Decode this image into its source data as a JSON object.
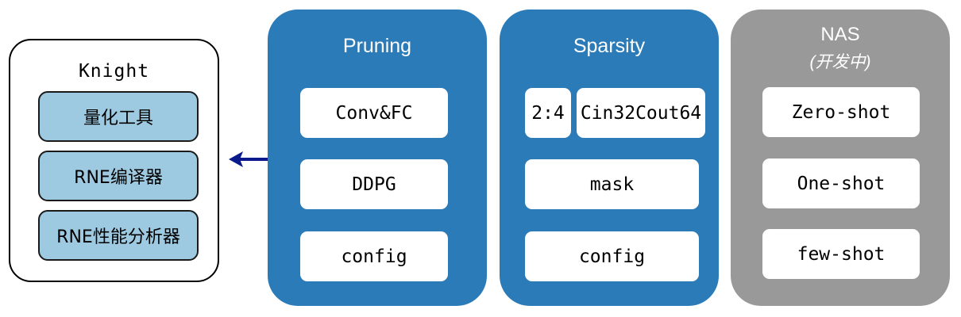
{
  "knight": {
    "title": "Knight",
    "tools": [
      "量化工具",
      "RNE编译器",
      "RNE性能分析器"
    ]
  },
  "panels": {
    "pruning": {
      "title": "Pruning",
      "items": [
        "Conv&FC",
        "DDPG",
        "config"
      ]
    },
    "sparsity": {
      "title": "Sparsity",
      "row1": [
        "2:4",
        "Cin32Cout64"
      ],
      "items": [
        "mask",
        "config"
      ]
    },
    "nas": {
      "title": "NAS",
      "subtitle": "(开发中)",
      "items": [
        "Zero-shot",
        "One-shot",
        "few-shot"
      ]
    }
  },
  "colors": {
    "blue_panel": "#2b7bb9",
    "gray_panel": "#999999",
    "tool_fill": "#9ecae1",
    "arrow": "#0a1a8c"
  }
}
